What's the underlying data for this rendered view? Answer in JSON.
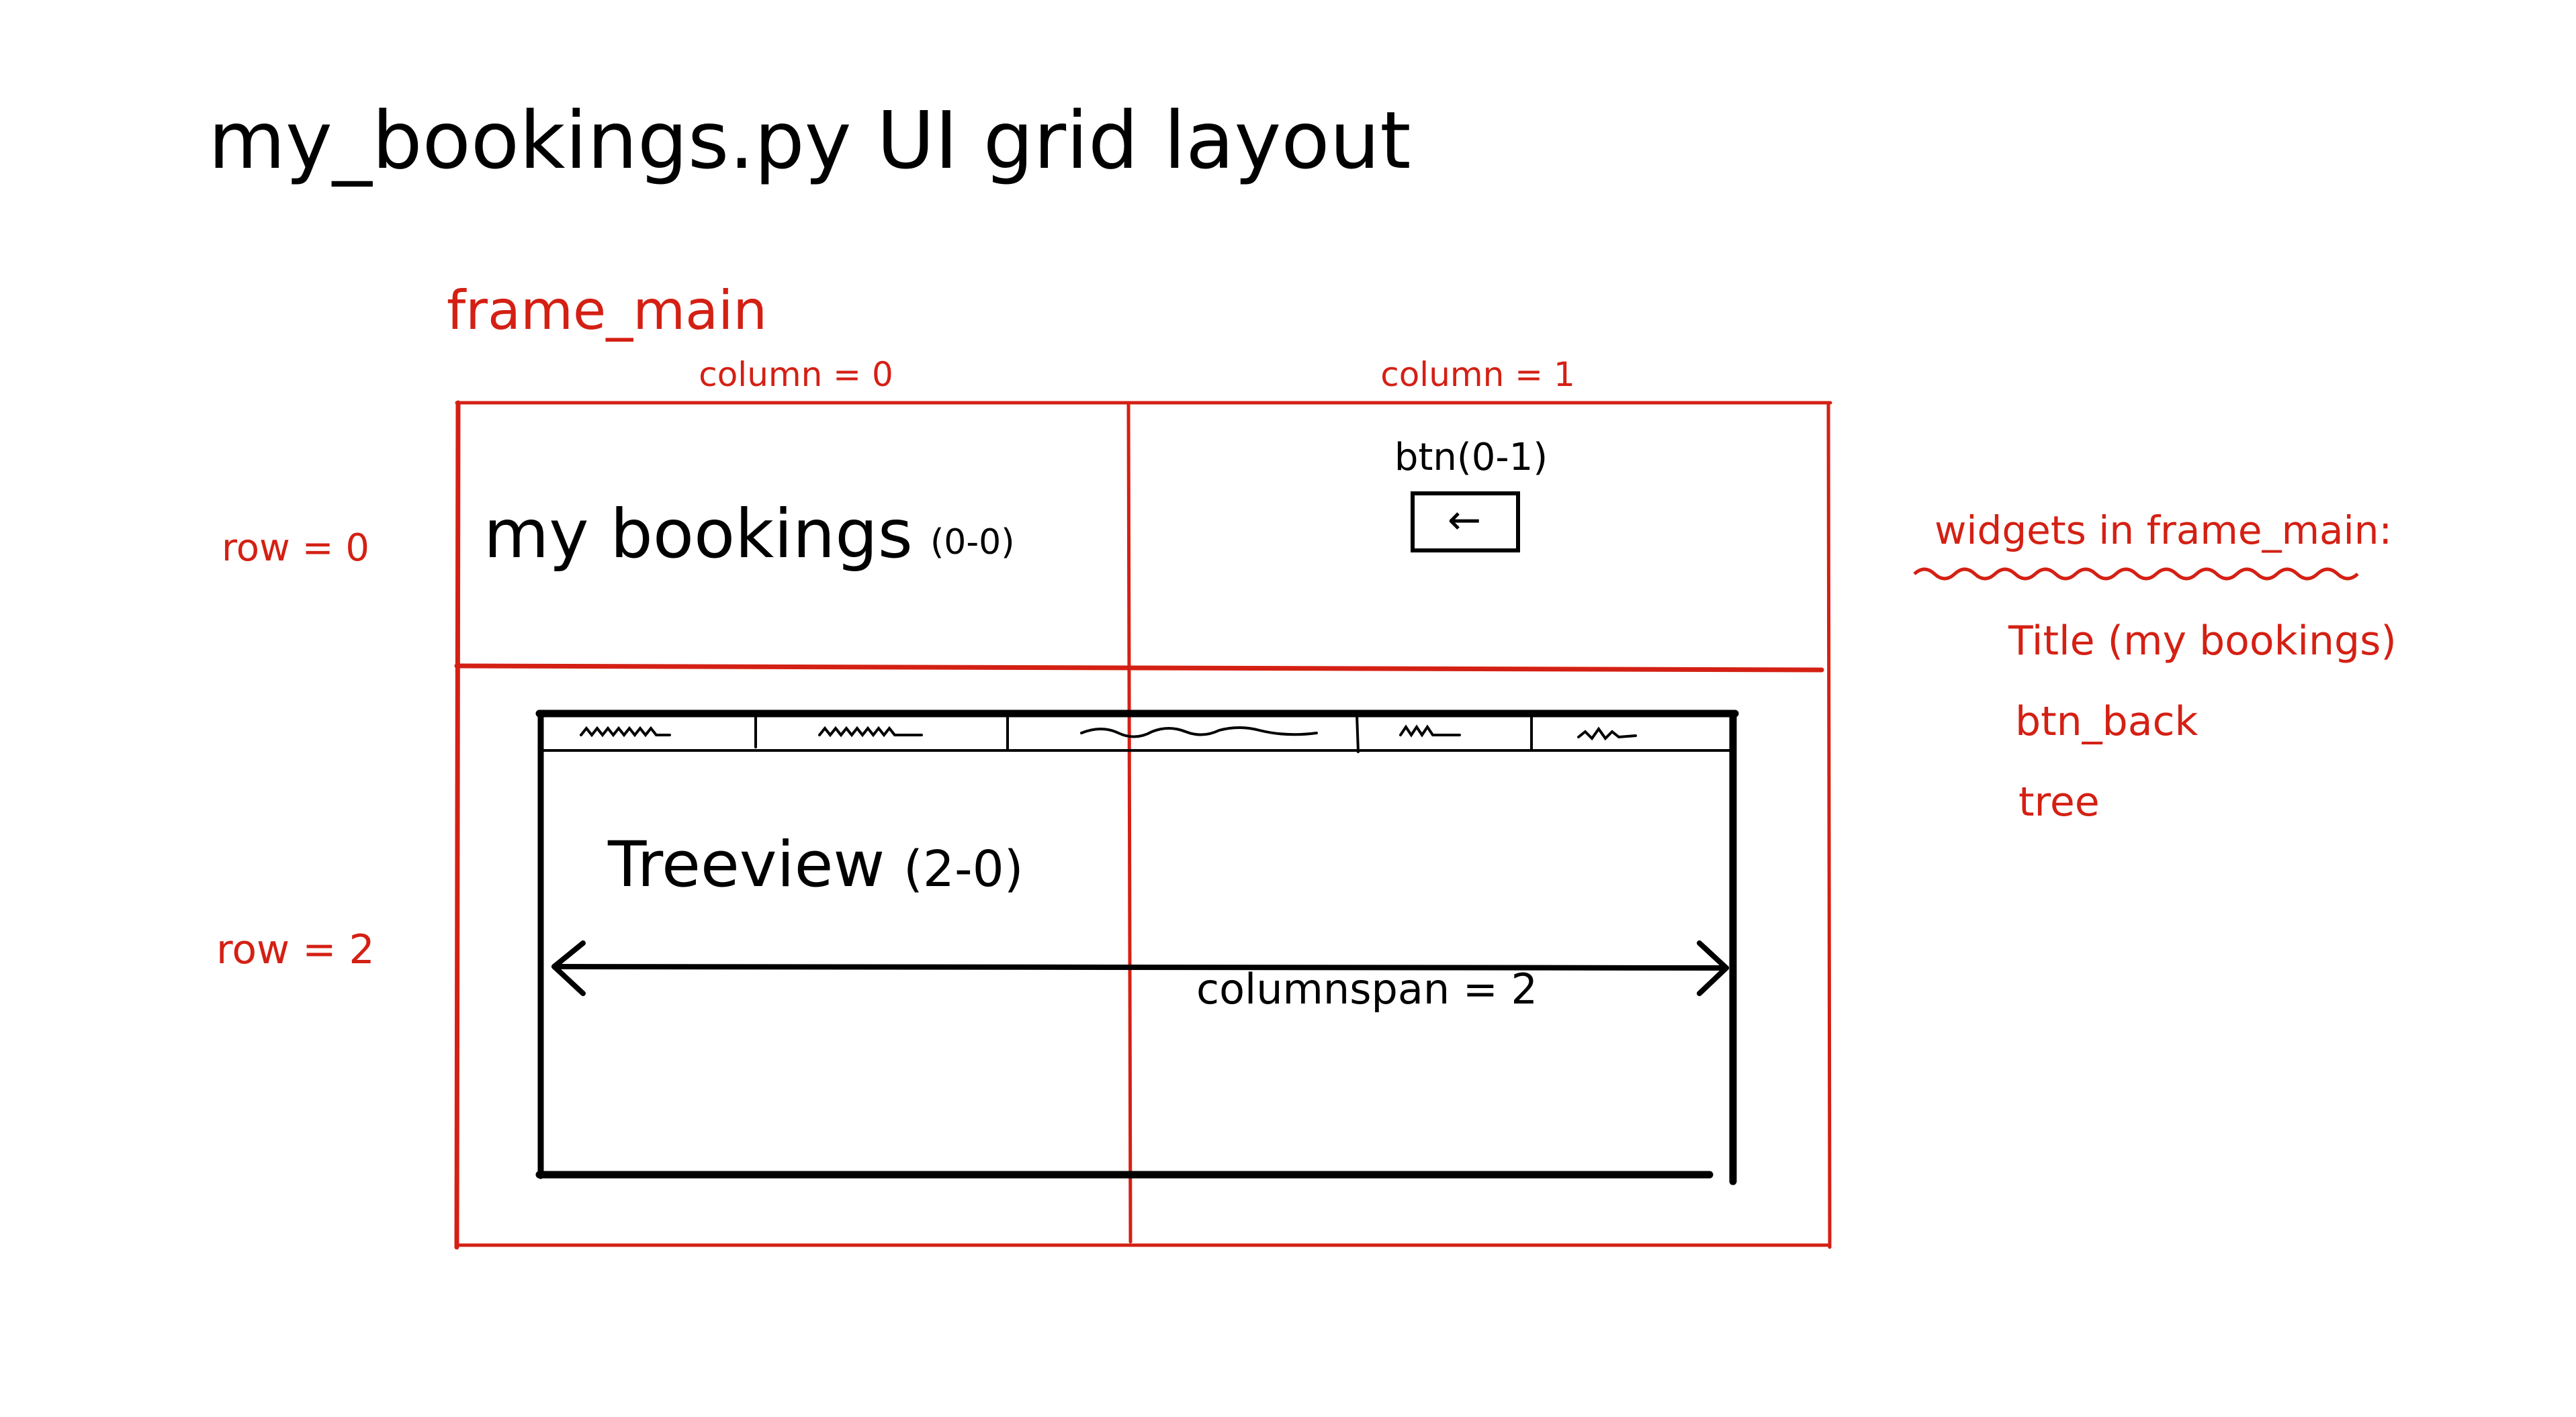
{
  "title": "my_bookings.py UI grid layout",
  "frame": {
    "name": "frame_main",
    "column0_label": "column = 0",
    "column1_label": "column = 1",
    "row0_label": "row = 0",
    "row2_label": "row = 2"
  },
  "cells": {
    "title_label": "my bookings",
    "title_coords": "(0-0)",
    "button_label": "btn(0-1)",
    "button_arrow": "←",
    "tree_label": "Treeview",
    "tree_coords": "(2-0)",
    "columnspan_label": "columnspan = 2"
  },
  "widgets": {
    "heading": "widgets in frame_main:",
    "items": [
      "Title (my bookings)",
      "btn_back",
      "tree"
    ]
  },
  "colors": {
    "ink": "#000000",
    "accent": "#d42014"
  }
}
